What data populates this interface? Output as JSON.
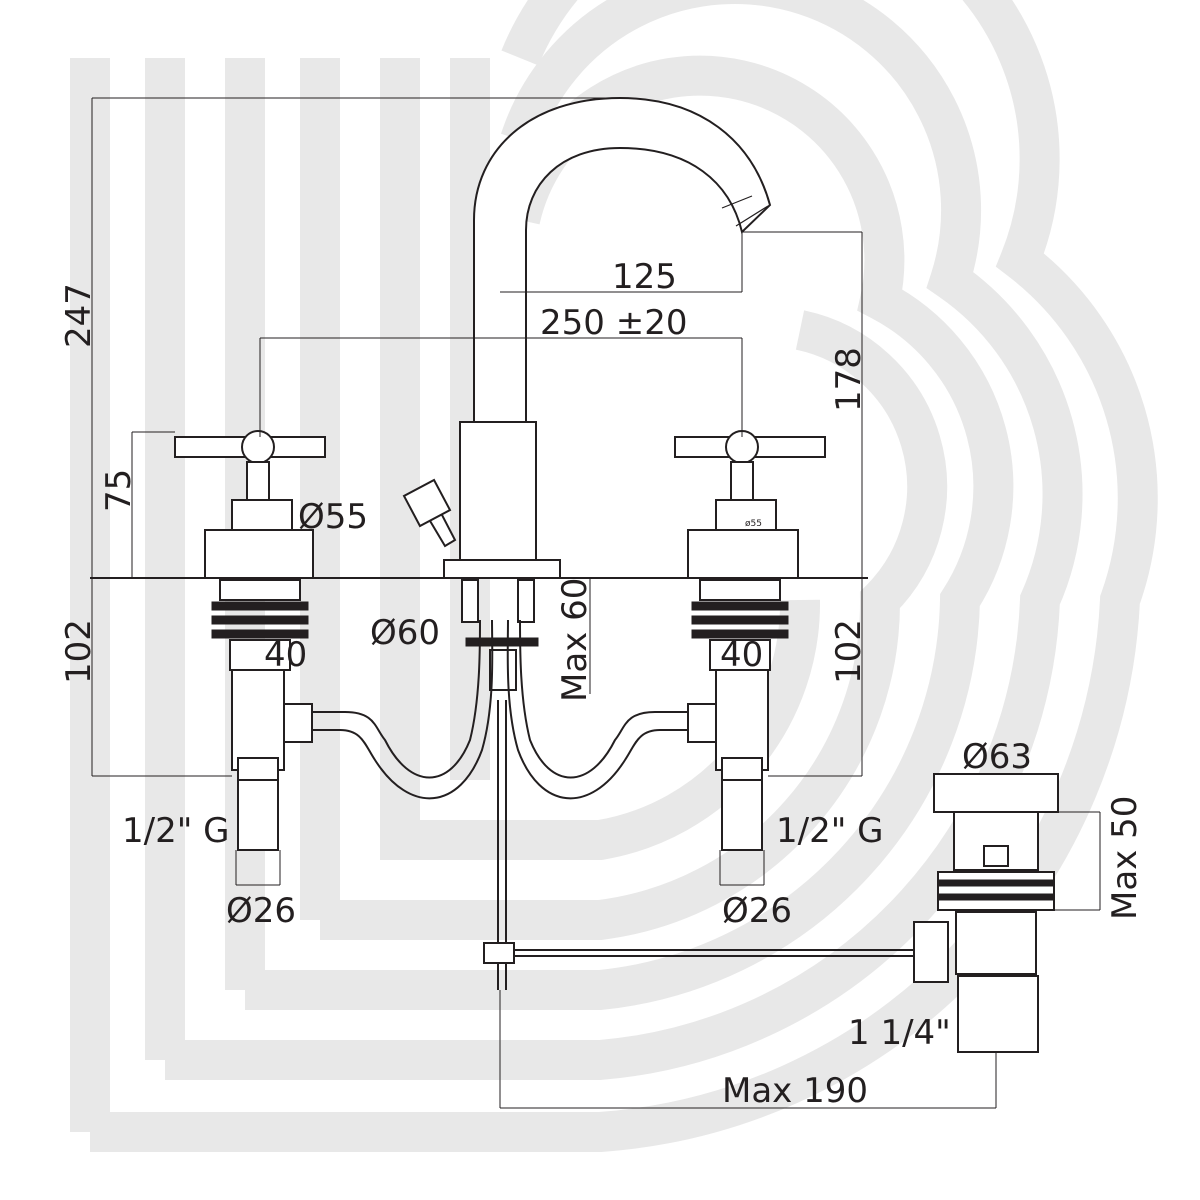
{
  "watermark": {
    "name": "B-watermark-logo",
    "color": "#e6e6e6"
  },
  "colors": {
    "line": "#231f20",
    "background": "#ffffff"
  },
  "dimensions": {
    "overall_height": "247",
    "spout_reach": "125",
    "center_distance": "250 ±20",
    "spout_outlet_height": "178",
    "handle_height": "75",
    "flange_diameter_left": "Ø55",
    "flange_diameter_right": "ø55",
    "base_diameter": "Ø60",
    "max_deck_thickness": "Max 60",
    "shank_length_left": "102",
    "shank_length_right": "102",
    "shank_width_left": "40",
    "shank_width_right": "40",
    "thread_left": "1/2\" G",
    "thread_right": "1/2\" G",
    "connector_diameter_left": "Ø26",
    "connector_diameter_right": "Ø26",
    "waste_flange_diameter": "Ø63",
    "waste_max_height": "Max 50",
    "waste_thread": "1 1/4\"",
    "pull_rod_reach": "Max 190"
  }
}
